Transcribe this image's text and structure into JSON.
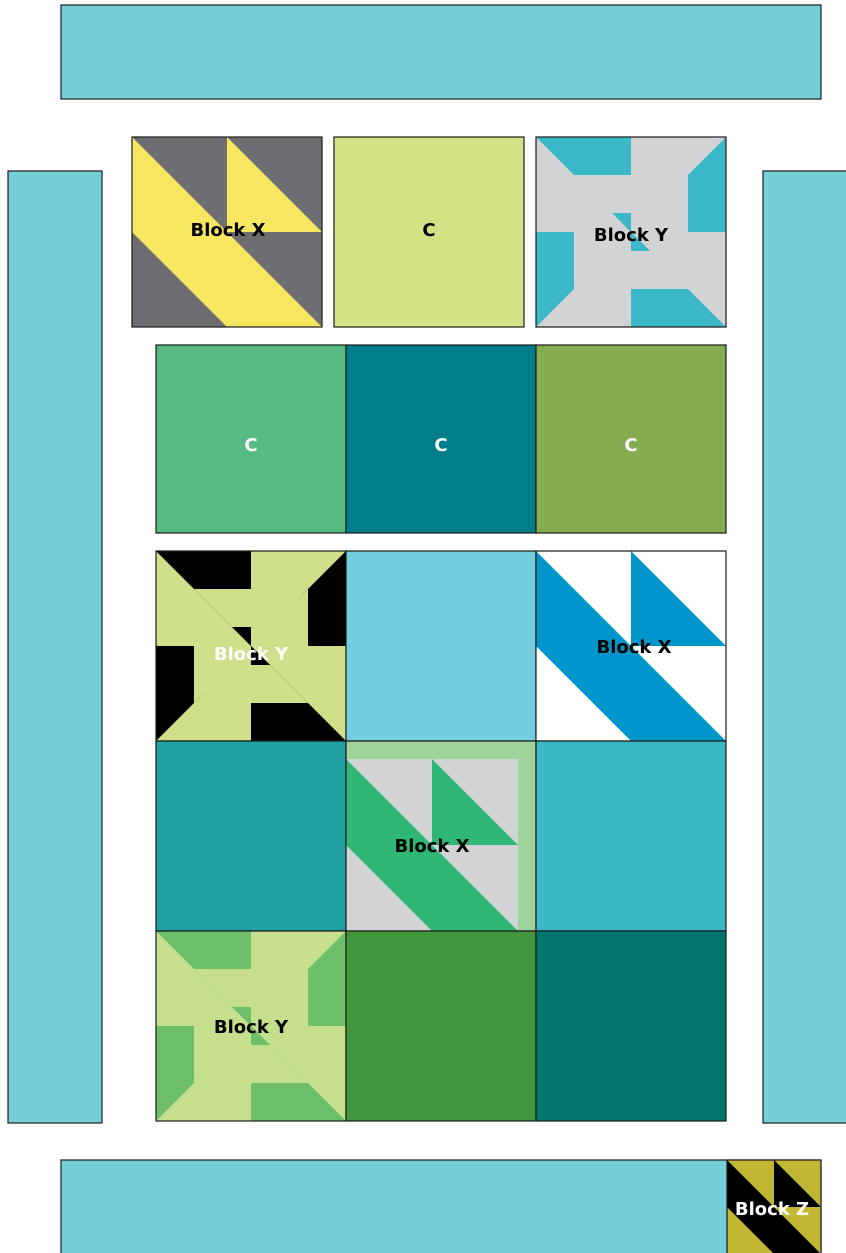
{
  "colors": {
    "border_strip": "#74cfd9",
    "outline": "#1a1a1a"
  },
  "blocks": [
    {
      "id": "r1c1",
      "type": "pinwheel",
      "label": "Block X",
      "label_color": "#000000",
      "colors": [
        "#6d6e71",
        "#f6e660"
      ]
    },
    {
      "id": "r1c2",
      "type": "solid",
      "label": "C",
      "label_color": "#000000",
      "colors": [
        "#d4e283"
      ]
    },
    {
      "id": "r1c3",
      "type": "star",
      "label": "Block Y",
      "label_color": "#000000",
      "colors": [
        "#d1d3d4",
        "#3bb9c8"
      ]
    },
    {
      "id": "r2c1",
      "type": "solid",
      "label": "C",
      "label_color": "#ffffff",
      "colors": [
        "#58bb82"
      ]
    },
    {
      "id": "r2c2",
      "type": "solid",
      "label": "C",
      "label_color": "#ffffff",
      "colors": [
        "#007d8a"
      ]
    },
    {
      "id": "r2c3",
      "type": "solid",
      "label": "C",
      "label_color": "#ffffff",
      "colors": [
        "#84ac50"
      ]
    },
    {
      "id": "r3c1",
      "type": "star",
      "label": "Block Y",
      "label_color": "#ffffff",
      "colors": [
        "#cfe08a",
        "#000000"
      ]
    },
    {
      "id": "r3c2",
      "type": "solid",
      "label": "",
      "label_color": "#000000",
      "colors": [
        "#72cddf"
      ]
    },
    {
      "id": "r3c3",
      "type": "pinwheel",
      "label": "Block X",
      "label_color": "#000000",
      "colors": [
        "#ffffff",
        "#0096cb"
      ]
    },
    {
      "id": "r4c1",
      "type": "solid",
      "label": "",
      "label_color": "#000000",
      "colors": [
        "#20a0a2"
      ]
    },
    {
      "id": "r4c2",
      "type": "pinwheel_framed",
      "label": "Block X",
      "label_color": "#000000",
      "colors": [
        "#d1d3d4",
        "#2eb775",
        "#9ed49c"
      ]
    },
    {
      "id": "r4c3",
      "type": "solid",
      "label": "",
      "label_color": "#000000",
      "colors": [
        "#3ab8c6"
      ]
    },
    {
      "id": "r5c1",
      "type": "star",
      "label": "Block Y",
      "label_color": "#000000",
      "colors": [
        "#c6df8d",
        "#6dbf6a"
      ]
    },
    {
      "id": "r5c2",
      "type": "solid",
      "label": "",
      "label_color": "#000000",
      "colors": [
        "#41973a"
      ]
    },
    {
      "id": "r5c3",
      "type": "solid",
      "label": "",
      "label_color": "#000000",
      "colors": [
        "#00766c"
      ]
    }
  ],
  "corner_block": {
    "type": "pinwheel",
    "label": "Block Z",
    "label_color": "#ffffff",
    "colors": [
      "#c2b733",
      "#000000"
    ]
  }
}
